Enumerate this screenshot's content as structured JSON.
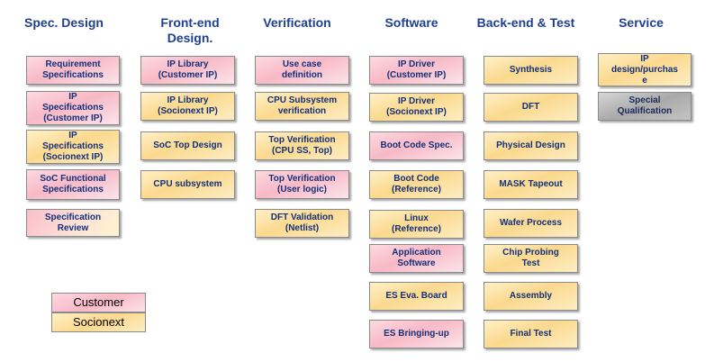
{
  "columns": [
    {
      "title": "Spec. Design",
      "boxes": [
        {
          "label": "Requirement\nSpecifications",
          "type": "customer"
        },
        {
          "label": "IP\nSpecifications\n(Customer IP)",
          "type": "customer"
        },
        {
          "label": "IP\nSpecifications\n(Socionext IP)",
          "type": "socionext"
        },
        {
          "label": "SoC Functional\nSpecifications",
          "type": "customer"
        },
        {
          "label": "Specification\nReview",
          "type": "mixed"
        }
      ]
    },
    {
      "title": "Front-end\nDesign.",
      "boxes": [
        {
          "label": "IP Library\n(Customer IP)",
          "type": "customer"
        },
        {
          "label": "IP Library\n(Socionext IP)",
          "type": "socionext"
        },
        {
          "label": "SoC Top Design",
          "type": "socionext"
        },
        {
          "label": "CPU subsystem",
          "type": "socionext"
        }
      ]
    },
    {
      "title": "Verification",
      "boxes": [
        {
          "label": "Use case\ndefinition",
          "type": "customer"
        },
        {
          "label": "CPU Subsystem\nverification",
          "type": "socionext"
        },
        {
          "label": "Top Verification\n(CPU SS, Top)",
          "type": "socionext"
        },
        {
          "label": "Top Verification\n(User logic)",
          "type": "customer"
        },
        {
          "label": "DFT Validation\n(Netlist)",
          "type": "socionext"
        }
      ]
    },
    {
      "title": "Software",
      "boxes": [
        {
          "label": "IP Driver\n(Customer IP)",
          "type": "customer"
        },
        {
          "label": "IP Driver\n(Socionext IP)",
          "type": "socionext"
        },
        {
          "label": "Boot Code Spec.",
          "type": "customer"
        },
        {
          "label": "Boot Code\n(Reference)",
          "type": "socionext"
        },
        {
          "label": "Linux\n(Reference)",
          "type": "socionext"
        },
        {
          "label": "Application\nSoftware",
          "type": "customer"
        },
        {
          "label": "ES Eva. Board",
          "type": "socionext"
        },
        {
          "label": "ES Bringing-up",
          "type": "customer"
        }
      ]
    },
    {
      "title": "Back-end & Test",
      "boxes": [
        {
          "label": "Synthesis",
          "type": "socionext"
        },
        {
          "label": "DFT",
          "type": "socionext"
        },
        {
          "label": "Physical Design",
          "type": "socionext"
        },
        {
          "label": "MASK Tapeout",
          "type": "socionext"
        },
        {
          "label": "Wafer Process",
          "type": "socionext"
        },
        {
          "label": "Chip Probing\nTest",
          "type": "socionext"
        },
        {
          "label": "Assembly",
          "type": "socionext"
        },
        {
          "label": "Final Test",
          "type": "socionext"
        }
      ]
    },
    {
      "title": "Service",
      "boxes": [
        {
          "label": "IP\ndesign/purchas\ne",
          "type": "socionext"
        },
        {
          "label": "Special\nQualification",
          "type": "gray"
        }
      ]
    }
  ],
  "legend": [
    {
      "label": "Customer",
      "type": "customer"
    },
    {
      "label": "Socionext",
      "type": "socionext"
    }
  ],
  "colors": {
    "header_text": "#1f3f8f",
    "customer": "#f8b9c6",
    "socionext": "#fbd98e",
    "special": "#a9a9a9"
  }
}
